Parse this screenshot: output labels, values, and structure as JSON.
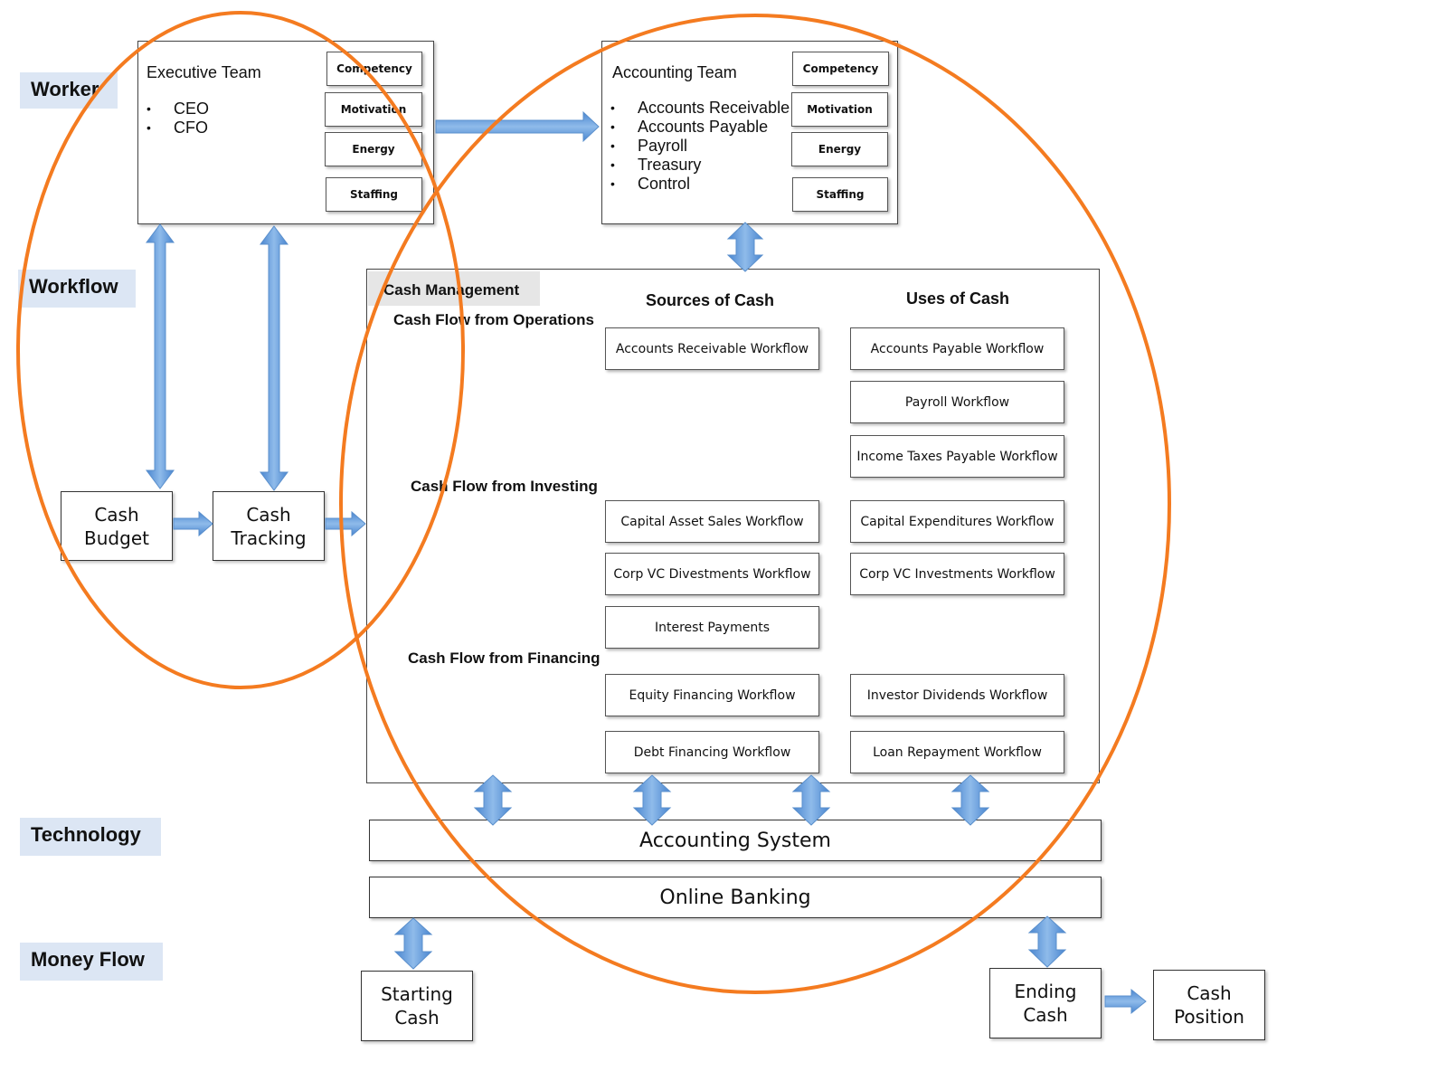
{
  "layers": {
    "worker": "Worker",
    "workflow": "Workflow",
    "technology": "Technology",
    "money_flow": "Money Flow"
  },
  "executive_team": {
    "title": "Executive Team",
    "members": [
      "CEO",
      "CFO"
    ],
    "attributes": [
      "Competency",
      "Motivation",
      "Energy",
      "Staffing"
    ]
  },
  "accounting_team": {
    "title": "Accounting Team",
    "members": [
      "Accounts Receivable",
      "Accounts Payable",
      "Payroll",
      "Treasury",
      "Control"
    ],
    "attributes": [
      "Competency",
      "Motivation",
      "Energy",
      "Staffing"
    ]
  },
  "cash_budget": "Cash Budget",
  "cash_tracking": "Cash Tracking",
  "cash_management": {
    "title": "Cash Management",
    "sources_header": "Sources of Cash",
    "uses_header": "Uses of Cash",
    "operations": {
      "label": "Cash Flow from Operations",
      "sources": [
        "Accounts Receivable Workflow"
      ],
      "uses": [
        "Accounts Payable Workflow",
        "Payroll Workflow",
        "Income Taxes Payable Workflow"
      ]
    },
    "investing": {
      "label": "Cash Flow from Investing",
      "sources": [
        "Capital Asset Sales Workflow",
        "Corp VC Divestments Workflow",
        "Interest Payments"
      ],
      "uses": [
        "Capital Expenditures Workflow",
        "Corp VC Investments Workflow"
      ]
    },
    "financing": {
      "label": "Cash Flow from Financing",
      "sources": [
        "Equity Financing Workflow",
        "Debt Financing Workflow"
      ],
      "uses": [
        "Investor Dividends Workflow",
        "Loan Repayment Workflow"
      ]
    }
  },
  "technology": {
    "accounting_system": "Accounting System",
    "online_banking": "Online Banking"
  },
  "money": {
    "starting_cash": "Starting Cash",
    "ending_cash": "Ending Cash",
    "cash_position": "Cash Position"
  },
  "colors": {
    "arrow_fill": "#6fa3dc",
    "highlight_ellipse": "#f47b20",
    "layer_label_bg": "#dce6f4"
  }
}
